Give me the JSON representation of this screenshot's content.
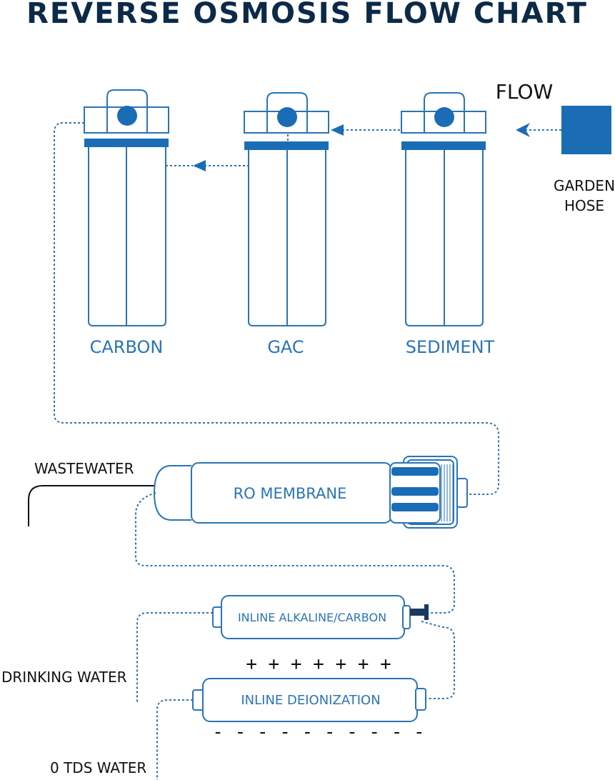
{
  "title": "REVERSE OSMOSIS FLOW CHART",
  "flow_label": "FLOW",
  "source": {
    "line1": "GARDEN",
    "line2": "HOSE"
  },
  "filters": {
    "carbon": "CARBON",
    "gac": "GAC",
    "sediment": "SEDIMENT"
  },
  "membrane": "RO MEMBRANE",
  "wastewater": "WASTEWATER",
  "inline_alkaline": "INLINE ALKALINE/CARBON",
  "inline_deionization": "INLINE DEIONIZATION",
  "plus_signs": "+ + + + + + +",
  "minus_signs": "- - - - - - - - - -",
  "drinking_water": "DRINKING WATER",
  "tds_water": "0 TDS WATER",
  "colors": {
    "title": "#0c2a48",
    "accent": "#1a6db5",
    "stroke": "#2a74b6",
    "text_black": "#111111"
  }
}
